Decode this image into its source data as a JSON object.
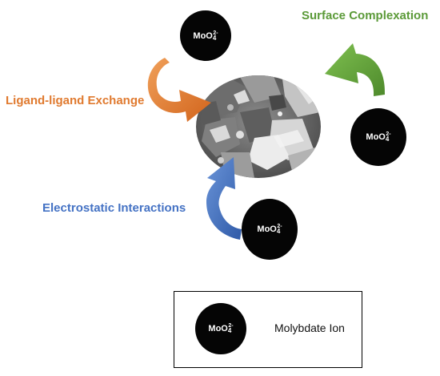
{
  "labels": {
    "surface_complexation": "Surface Complexation",
    "ligand_exchange": "Ligand-ligand Exchange",
    "electrostatic": "Electrostatic Interactions"
  },
  "ion": {
    "base": "MoO",
    "subscript": "4",
    "charge": "2-"
  },
  "legend": {
    "label": "Molybdate Ion"
  },
  "colors": {
    "surface_complexation": "#5b9a38",
    "ligand_exchange": "#e07a2f",
    "electrostatic": "#4472c4",
    "ion_fill": "#050505"
  }
}
